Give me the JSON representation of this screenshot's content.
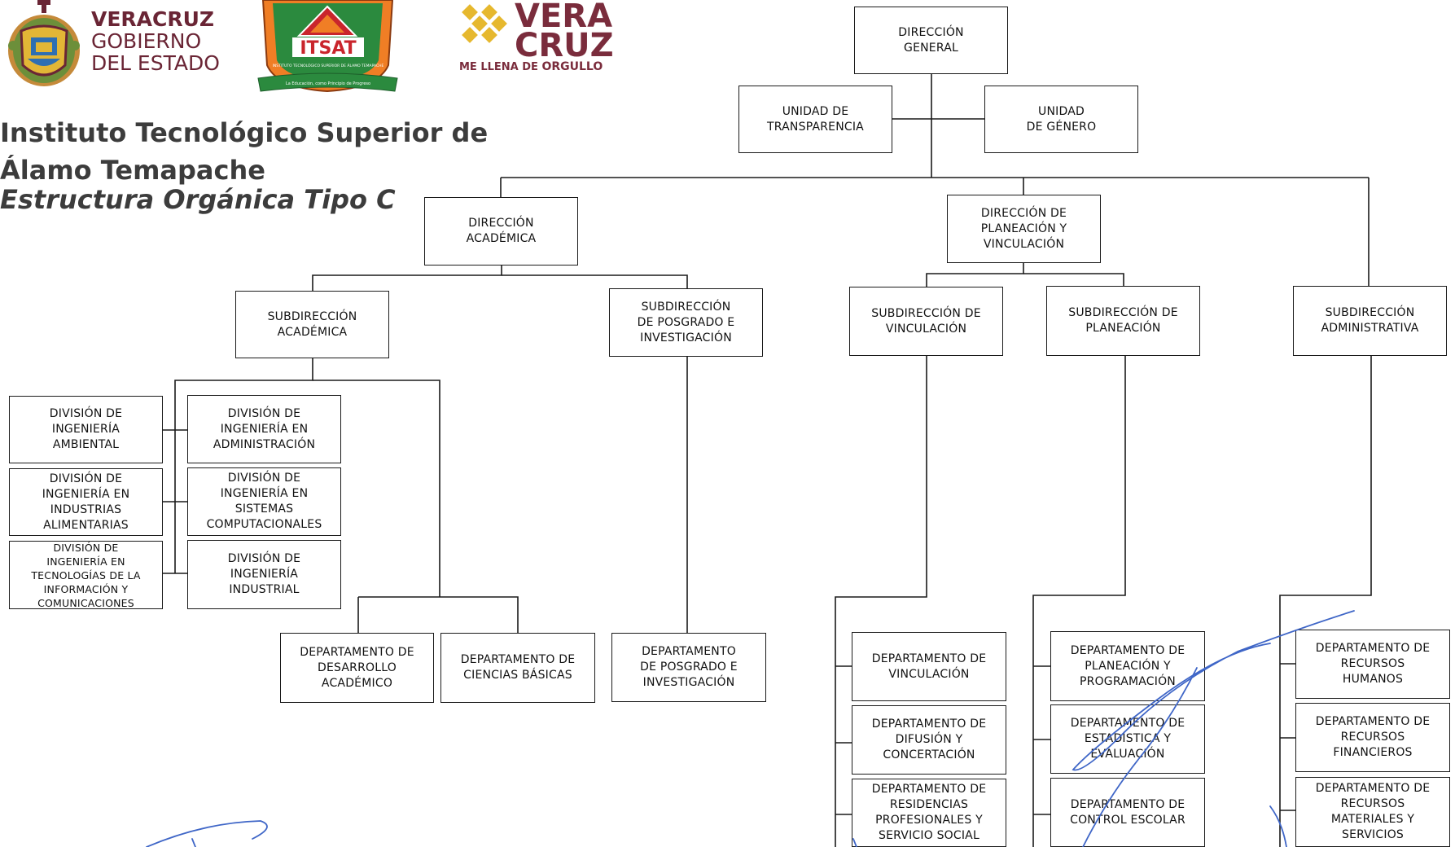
{
  "header": {
    "gov_logo": {
      "line1": "VERACRUZ",
      "line2": "GOBIERNO",
      "line3": "DEL ESTADO"
    },
    "itsat_logo": {
      "acronym": "ITSAT",
      "caption": "INSTITUTO TECNOLÓGICO SUPERIOR DE ÁLAMO TEMAPACHE",
      "motto": "La Educación, como Principio de Progreso"
    },
    "veracruz_brand": {
      "line1": "VERA",
      "line2": "CRUZ",
      "slogan": "ME LLENA DE",
      "slogan_accent": "ORGULLO"
    },
    "title_line1": "Instituto Tecnológico Superior de",
    "title_line2": "Álamo Temapache",
    "subtitle": "Estructura Orgánica Tipo C"
  },
  "colors": {
    "maroon": "#6a2535",
    "gold": "#e6b82e",
    "line": "#1a1a1a",
    "signature": "#3f66c7"
  },
  "orgchart": {
    "direccion_general": "DIRECCIÓN\nGENERAL",
    "unidad_transparencia": "UNIDAD DE\nTRANSPARENCIA",
    "unidad_genero": "UNIDAD\nDE GÉNERO",
    "direccion_academica": "DIRECCIÓN\nACADÉMICA",
    "direccion_planeacion": "DIRECCIÓN DE\nPLANEACIÓN Y\nVINCULACIÓN",
    "subdireccion_academica": "SUBDIRECCIÓN\nACADÉMICA",
    "subdireccion_posgrado": "SUBDIRECCIÓN\nDE POSGRADO E\nINVESTIGACIÓN",
    "subdireccion_vinculacion": "SUBDIRECCIÓN DE\nVINCULACIÓN",
    "subdireccion_planeacion": "SUBDIRECCIÓN DE\nPLANEACIÓN",
    "subdireccion_administrativa": "SUBDIRECCIÓN\nADMINISTRATIVA",
    "div_ambiental": "DIVISIÓN DE\nINGENIERÍA\nAMBIENTAL",
    "div_administracion": "DIVISIÓN DE\nINGENIERÍA EN\nADMINISTRACIÓN",
    "div_alimentarias": "DIVISIÓN DE\nINGENIERÍA EN\nINDUSTRIAS\nALIMENTARIAS",
    "div_sistemas": "DIVISIÓN DE\nINGENIERÍA EN\nSISTEMAS\nCOMPUTACIONALES",
    "div_tics": "DIVISIÓN DE\nINGENIERÍA EN\nTECNOLOGÍAS DE LA\nINFORMACIÓN Y\nCOMUNICACIONES",
    "div_industrial": "DIVISIÓN DE\nINGENIERÍA\nINDUSTRIAL",
    "depto_desarrollo": "DEPARTAMENTO DE\nDESARROLLO\nACADÉMICO",
    "depto_ciencias": "DEPARTAMENTO DE\nCIENCIAS BÁSICAS",
    "depto_posgrado": "DEPARTAMENTO\nDE POSGRADO E\nINVESTIGACIÓN",
    "depto_vinculacion": "DEPARTAMENTO DE\nVINCULACIÓN",
    "depto_difusion": "DEPARTAMENTO DE\nDIFUSIÓN Y\nCONCERTACIÓN",
    "depto_residencias": "DEPARTAMENTO DE\nRESIDENCIAS\nPROFESIONALES Y\nSERVICIO SOCIAL",
    "depto_planeacion": "DEPARTAMENTO DE\nPLANEACIÓN Y\nPROGRAMACIÓN",
    "depto_estadistica": "DEPARTAMENTO DE\nESTADÍSTICA Y\nEVALUACIÓN",
    "depto_control": "DEPARTAMENTO DE\nCONTROL ESCOLAR",
    "depto_rh": "DEPARTAMENTO DE\nRECURSOS\nHUMANOS",
    "depto_rf": "DEPARTAMENTO DE\nRECURSOS\nFINANCIEROS",
    "depto_rm": "DEPARTAMENTO DE\nRECURSOS\nMATERIALES Y\nSERVICIOS"
  }
}
